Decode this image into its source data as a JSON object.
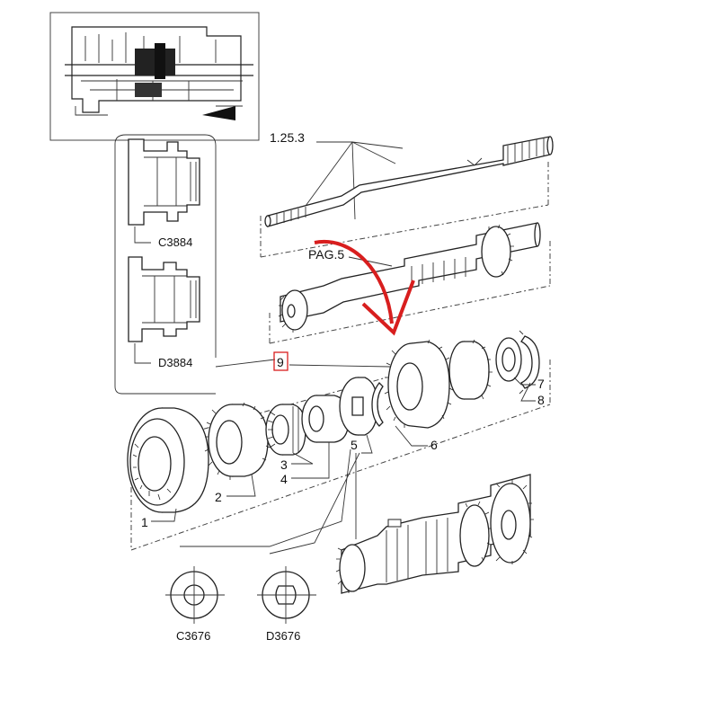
{
  "labels": {
    "shaft_ref": "1.25.3",
    "page_ref": "PAG.5",
    "item9": "9",
    "item1": "1",
    "item2": "2",
    "item3": "3",
    "item4": "4",
    "item5": "5",
    "item6": "6",
    "item7": "7",
    "item8": "8"
  },
  "codes": {
    "c3884": "C3884",
    "d3884": "D3884",
    "c3676": "C3676",
    "d3676": "D3676"
  },
  "colors": {
    "highlight_arrow": "#d81e1e",
    "highlight_box": "#d81e1e",
    "line": "#222222"
  }
}
